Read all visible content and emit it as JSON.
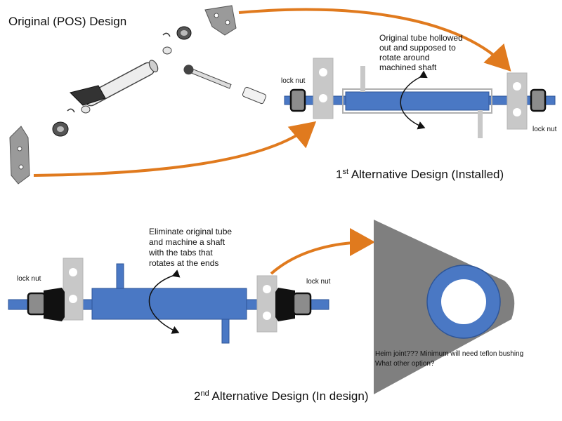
{
  "original": {
    "title": "Original (POS) Design"
  },
  "alt1": {
    "title_prefix": "1",
    "title_sup": "st",
    "title_rest": " Alternative Design (Installed)",
    "note_lines": [
      "Original tube hollowed",
      "out and supposed to",
      "rotate around",
      "machined shaft"
    ],
    "lock_nut_left": "lock nut",
    "lock_nut_right": "lock nut"
  },
  "alt2": {
    "title_prefix": "2",
    "title_sup": "nd",
    "title_rest": " Alternative Design (In design)",
    "note_lines": [
      "Eliminate original tube",
      "and machine a shaft",
      "with the tabs that",
      "rotates at the ends"
    ],
    "lock_nut_left": "lock nut",
    "lock_nut_right": "lock nut"
  },
  "detail": {
    "note_lines": [
      "Heim joint???  Minimum will need teflon bushing",
      "What other option?"
    ]
  },
  "colors": {
    "shaft_blue": "#4a78c4",
    "shaft_edge": "#2e5597",
    "arrow_orange": "#e07a1e",
    "tab_gray": "#c8c8c8",
    "nut_gray": "#8c8c8c",
    "bracket_gray": "#7f7f7f"
  }
}
